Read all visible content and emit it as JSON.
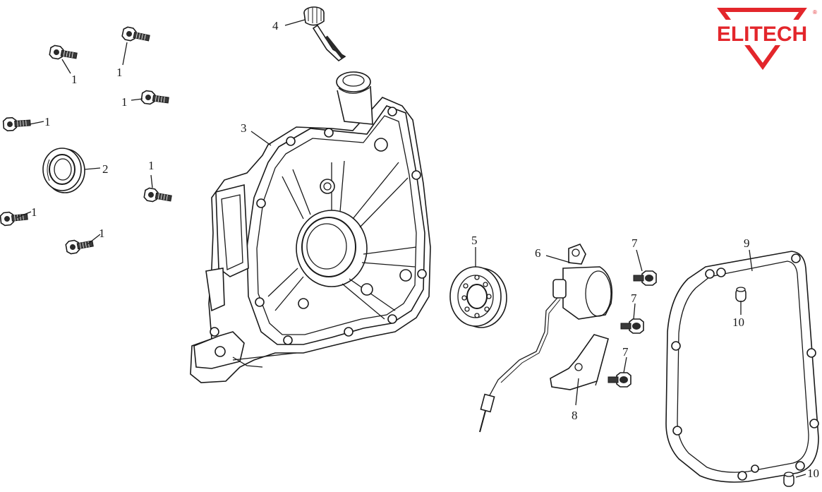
{
  "brand": {
    "name": "ELITECH",
    "registered_mark": "®",
    "color": "#e3262b"
  },
  "callouts": [
    {
      "id": "c1a",
      "label": "1"
    },
    {
      "id": "c1b",
      "label": "1"
    },
    {
      "id": "c1c",
      "label": "1"
    },
    {
      "id": "c1d",
      "label": "1"
    },
    {
      "id": "c1e",
      "label": "1"
    },
    {
      "id": "c1f",
      "label": "1"
    },
    {
      "id": "c1g",
      "label": "1"
    },
    {
      "id": "c2",
      "label": "2"
    },
    {
      "id": "c3",
      "label": "3"
    },
    {
      "id": "c4",
      "label": "4"
    },
    {
      "id": "c5",
      "label": "5"
    },
    {
      "id": "c6",
      "label": "6"
    },
    {
      "id": "c7a",
      "label": "7"
    },
    {
      "id": "c7b",
      "label": "7"
    },
    {
      "id": "c7c",
      "label": "7"
    },
    {
      "id": "c8",
      "label": "8"
    },
    {
      "id": "c9",
      "label": "9"
    },
    {
      "id": "c10a",
      "label": "10"
    },
    {
      "id": "c10b",
      "label": "10"
    }
  ]
}
